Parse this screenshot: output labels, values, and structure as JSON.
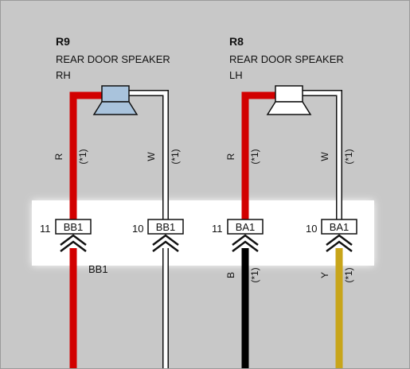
{
  "colors": {
    "background": "#c8c8c8",
    "band": "#ffffff",
    "red_wire": "#d20000",
    "black_wire": "#000000",
    "yellow_wire": "#c8a51a",
    "white_wire": "#ffffff",
    "speaker_rh_fill": "#a9c3dc",
    "speaker_lh_fill": "#ffffff"
  },
  "components": {
    "r9": {
      "code": "R9",
      "line1": "REAR DOOR SPEAKER",
      "line2": "RH"
    },
    "r8": {
      "code": "R8",
      "line1": "REAR DOOR SPEAKER",
      "line2": "LH"
    }
  },
  "wires": {
    "r9_upper_red": {
      "color_code": "R",
      "note": "(*1)"
    },
    "r9_upper_white": {
      "color_code": "W",
      "note": "(*1)"
    },
    "r8_upper_red": {
      "color_code": "R",
      "note": "(*1)"
    },
    "r8_upper_white": {
      "color_code": "W",
      "note": "(*1)"
    },
    "r8_lower_black": {
      "color_code": "B",
      "note": "(*1)"
    },
    "r8_lower_yellow": {
      "color_code": "Y",
      "note": "(*1)"
    },
    "bb1_lower_label": "BB1"
  },
  "connectors": [
    {
      "pin": "11",
      "name": "BB1"
    },
    {
      "pin": "10",
      "name": "BB1"
    },
    {
      "pin": "11",
      "name": "BA1"
    },
    {
      "pin": "10",
      "name": "BA1"
    }
  ],
  "icons": {
    "speaker": "speaker-icon",
    "connector": "double-chevron-connector-icon"
  }
}
